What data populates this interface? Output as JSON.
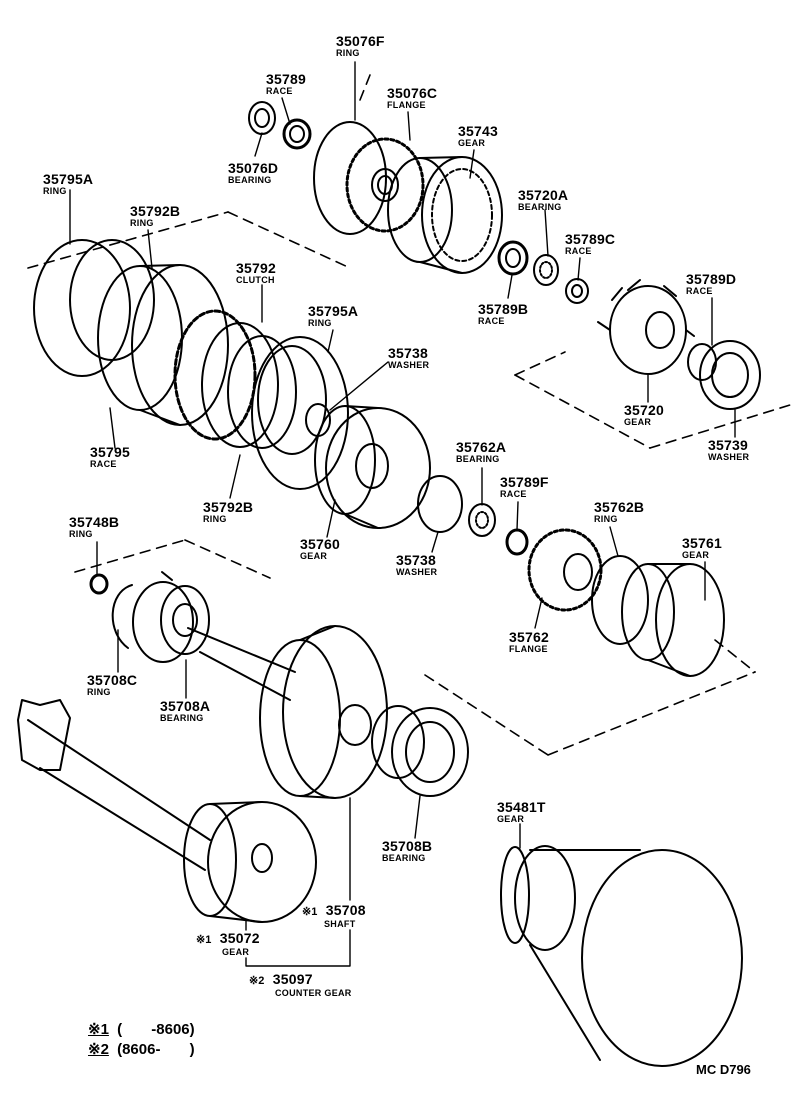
{
  "parts": [
    {
      "id": "p35076F",
      "number": "35076F",
      "name": "RING"
    },
    {
      "id": "p35789",
      "number": "35789",
      "name": "RACE"
    },
    {
      "id": "p35076C",
      "number": "35076C",
      "name": "FLANGE"
    },
    {
      "id": "p35743",
      "number": "35743",
      "name": "GEAR"
    },
    {
      "id": "p35076D",
      "number": "35076D",
      "name": "BEARING"
    },
    {
      "id": "p35795A_1",
      "number": "35795A",
      "name": "RING"
    },
    {
      "id": "p35792B_1",
      "number": "35792B",
      "name": "RING"
    },
    {
      "id": "p35720A",
      "number": "35720A",
      "name": "BEARING"
    },
    {
      "id": "p35789C",
      "number": "35789C",
      "name": "RACE"
    },
    {
      "id": "p35792",
      "number": "35792",
      "name": "CLUTCH"
    },
    {
      "id": "p35789D",
      "number": "35789D",
      "name": "RACE"
    },
    {
      "id": "p35789B",
      "number": "35789B",
      "name": "RACE"
    },
    {
      "id": "p35795A_2",
      "number": "35795A",
      "name": "RING"
    },
    {
      "id": "p35738_1",
      "number": "35738",
      "name": "WASHER"
    },
    {
      "id": "p35720",
      "number": "35720",
      "name": "GEAR"
    },
    {
      "id": "p35739",
      "number": "35739",
      "name": "WASHER"
    },
    {
      "id": "p35795",
      "number": "35795",
      "name": "RACE"
    },
    {
      "id": "p35762A",
      "number": "35762A",
      "name": "BEARING"
    },
    {
      "id": "p35789F",
      "number": "35789F",
      "name": "RACE"
    },
    {
      "id": "p35792B_2",
      "number": "35792B",
      "name": "RING"
    },
    {
      "id": "p35762B",
      "number": "35762B",
      "name": "RING"
    },
    {
      "id": "p35748B",
      "number": "35748B",
      "name": "RING"
    },
    {
      "id": "p35760",
      "number": "35760",
      "name": "GEAR"
    },
    {
      "id": "p35761",
      "number": "35761",
      "name": "GEAR"
    },
    {
      "id": "p35738_2",
      "number": "35738",
      "name": "WASHER"
    },
    {
      "id": "p35762",
      "number": "35762",
      "name": "FLANGE"
    },
    {
      "id": "p35708C",
      "number": "35708C",
      "name": "RING"
    },
    {
      "id": "p35708A",
      "number": "35708A",
      "name": "BEARING"
    },
    {
      "id": "p35708B",
      "number": "35708B",
      "name": "BEARING"
    },
    {
      "id": "p35481T",
      "number": "35481T",
      "name": "GEAR"
    },
    {
      "id": "p35708",
      "number": "35708",
      "name": "SHAFT",
      "mark": "※1"
    },
    {
      "id": "p35072",
      "number": "35072",
      "name": "GEAR",
      "mark": "※1"
    },
    {
      "id": "p35097",
      "number": "35097",
      "name": "COUNTER GEAR",
      "mark": "※2"
    }
  ],
  "legend": [
    {
      "mark": "※1",
      "range": "(       -8606)"
    },
    {
      "mark": "※2",
      "range": "(8606-       )"
    }
  ],
  "drawing_code": "MC D796"
}
